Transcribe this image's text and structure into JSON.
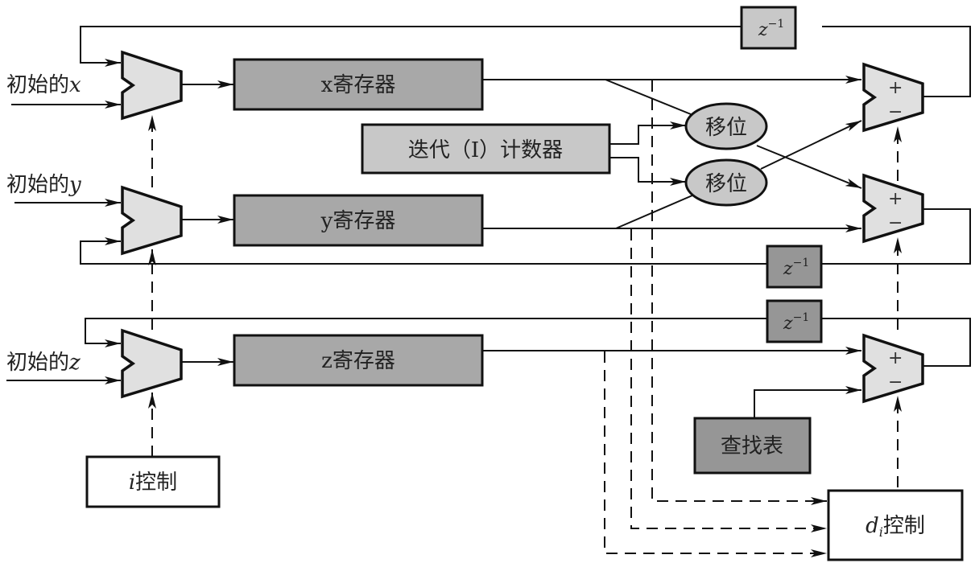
{
  "diagram": {
    "title": "CORDIC iterative architecture block diagram",
    "inputs": {
      "x": {
        "prefix": "初始的",
        "var": "x"
      },
      "y": {
        "prefix": "初始的",
        "var": "y"
      },
      "z": {
        "prefix": "初始的",
        "var": "z"
      }
    },
    "registers": {
      "x": "x寄存器",
      "y": "y寄存器",
      "z": "z寄存器"
    },
    "counter": "迭代（I）计数器",
    "shifters": [
      "移位",
      "移位"
    ],
    "delay": {
      "base": "z",
      "exp": "−1"
    },
    "adders": {
      "plus": "+",
      "minus": "−"
    },
    "lookup_table": "查找表",
    "i_control": {
      "var": "i",
      "text": "控制"
    },
    "di_control": {
      "var": "d",
      "sub": "i",
      "text": "控制"
    }
  }
}
